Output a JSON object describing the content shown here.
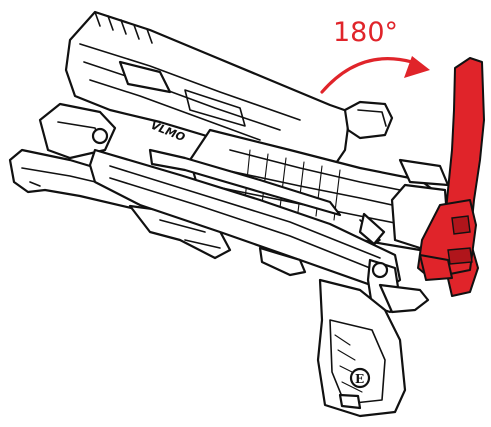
{
  "annotation": {
    "rotation_label": "180°",
    "accent_color": "#e0242a",
    "line_color": "#111111"
  },
  "parts": {
    "grip_logo_letter": "E",
    "side_marking": "VLMO"
  }
}
